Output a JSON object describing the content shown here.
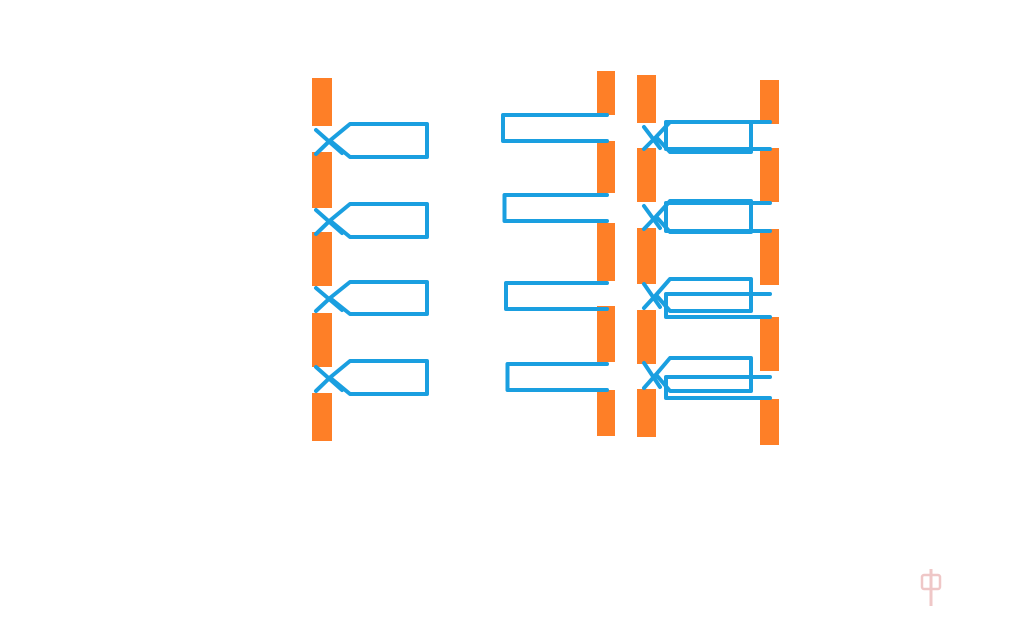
{
  "colors": {
    "background": "#ffffff",
    "pad": "#fe7f27",
    "wire": "#1a9fe0",
    "watermark": "#b5b5b5",
    "watermark_logo": "#e39a9a"
  },
  "diagram": {
    "groups": [
      {
        "name": "left-column",
        "variant": "crossed-loops",
        "loop_count": 4,
        "pad_count": 5
      },
      {
        "name": "middle-column",
        "variant": "open-loops",
        "loop_count": 4,
        "pad_count": 5
      },
      {
        "name": "right-column",
        "variant": "double-crossed-loops",
        "loop_count": 4,
        "pad_count": 10
      }
    ]
  },
  "watermark": {
    "logo_icon": "zhong-character-logo",
    "text": "",
    "sub_text": ""
  }
}
